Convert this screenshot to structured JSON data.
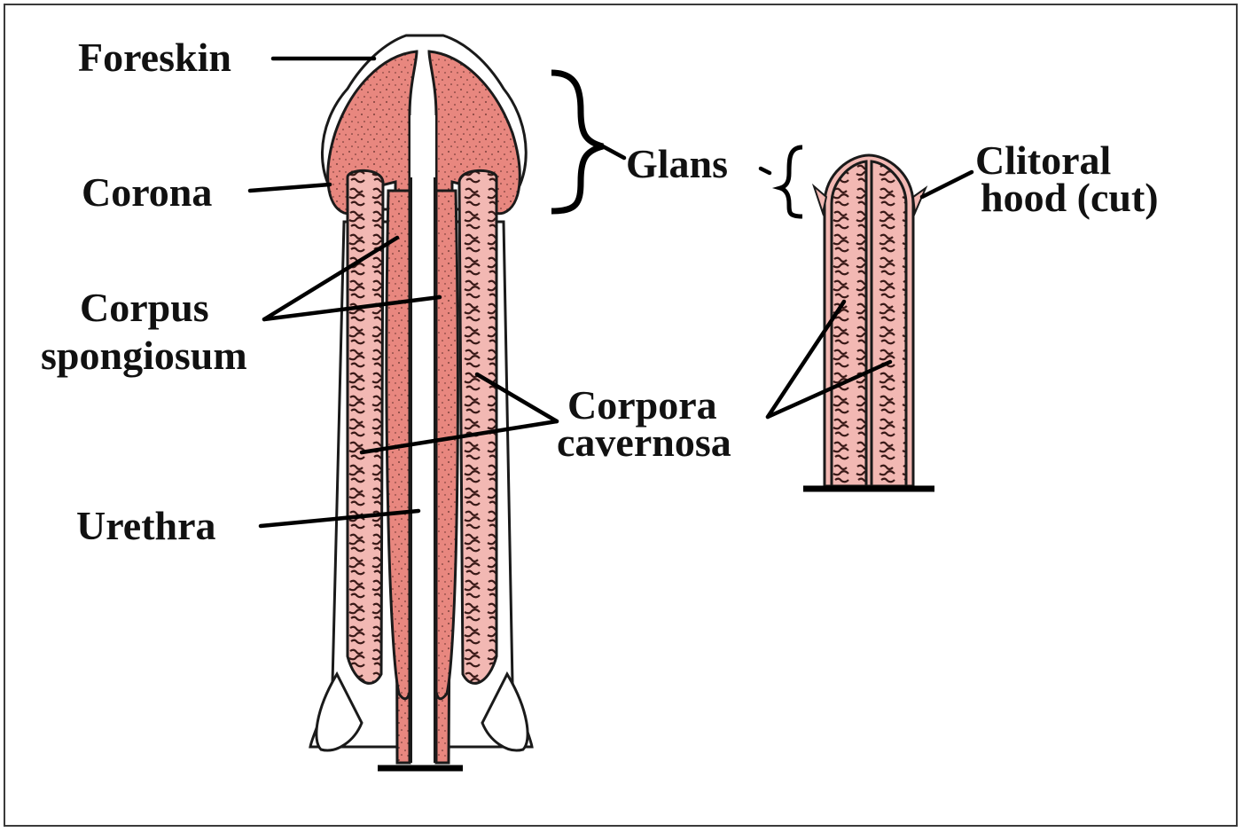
{
  "labels": {
    "foreskin": "Foreskin",
    "corona": "Corona",
    "corpus_spongiosum_1": "Corpus",
    "corpus_spongiosum_2": "spongiosum",
    "urethra": "Urethra",
    "glans": "Glans",
    "corpora_cavernosa_1": "Corpora",
    "corpora_cavernosa_2": "cavernosa",
    "clitoral_hood_1": "Clitoral",
    "clitoral_hood_2": "hood (cut)"
  },
  "colors": {
    "spongy_tissue": "#e8877f",
    "cavernous_tissue": "#f2b8b3",
    "outline": "#1a1a1a",
    "background": "#ffffff"
  }
}
